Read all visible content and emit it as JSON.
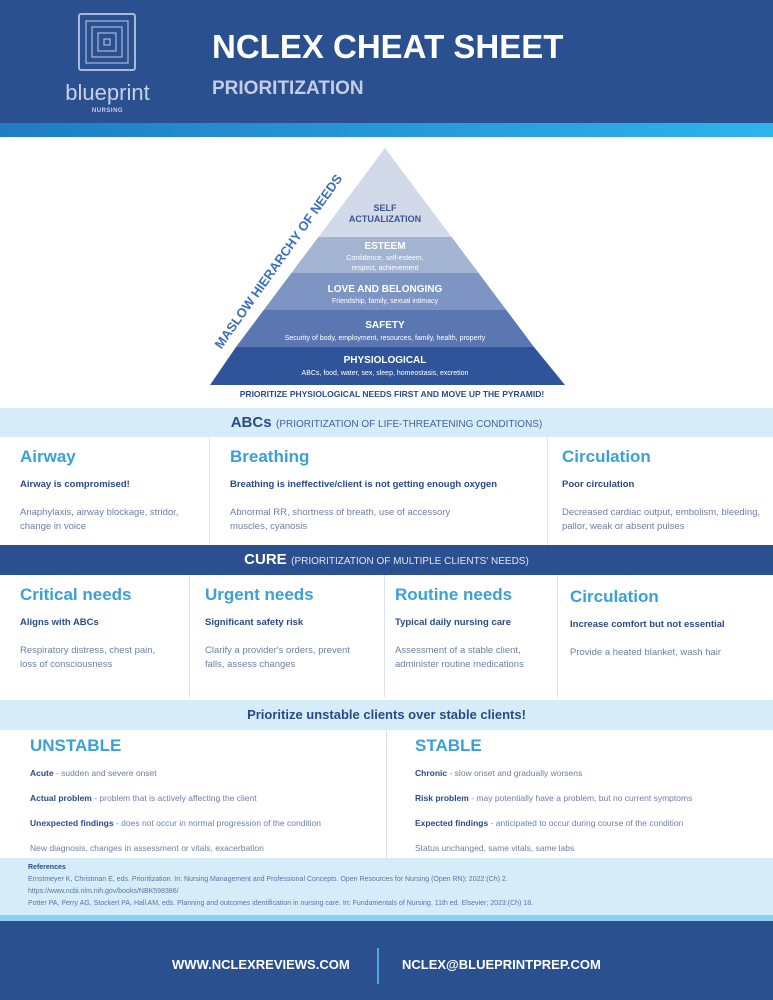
{
  "header": {
    "brand": "blueprint",
    "brand_sub": "NURSING",
    "title": "NCLEX CHEAT SHEET",
    "subtitle": "PRIORITIZATION"
  },
  "colors": {
    "navy": "#2b5090",
    "accent": "#3aa0dc",
    "light_band": "#d6ecf8"
  },
  "pyramid": {
    "side_label": "MASLOW HIERARCHY OF NEEDS",
    "levels": [
      {
        "title": "SELF ACTUALIZATION",
        "title_line1": "SELF",
        "title_line2": "ACTUALIZATION",
        "desc": ""
      },
      {
        "title": "ESTEEM",
        "desc_line1": "Confidence, self-esteem,",
        "desc_line2": "respect, achievement"
      },
      {
        "title": "LOVE AND BELONGING",
        "desc": "Friendship, family, sexual intimacy"
      },
      {
        "title": "SAFETY",
        "desc": "Security of body, employment, resources, family, health, property"
      },
      {
        "title": "PHYSIOLOGICAL",
        "desc": "ABCs, food, water, sex, sleep, homeostasis, excretion"
      }
    ],
    "footer": "PRIORITIZE PHYSIOLOGICAL NEEDS FIRST AND MOVE UP THE PYRAMID!"
  },
  "abcs": {
    "title": "ABCs",
    "note": "(PRIORITIZATION OF LIFE-THREATENING CONDITIONS)",
    "columns": [
      {
        "heading": "Airway",
        "bold": "Airway is compromised!",
        "desc": "Anaphylaxis, airway blockage, stridor, change in voice"
      },
      {
        "heading": "Breathing",
        "bold": "Breathing is ineffective/client is not getting enough oxygen",
        "desc": "Abnormal RR, shortness of breath, use of accessory muscles, cyanosis"
      },
      {
        "heading": "Circulation",
        "bold": "Poor circulation",
        "desc": "Decreased cardiac output, embolism, bleeding, pallor, weak or absent pulses"
      }
    ]
  },
  "cure": {
    "title": "CURE",
    "note": "(PRIORITIZATION OF MULTIPLE CLIENTS' NEEDS)",
    "columns": [
      {
        "heading": "Critical needs",
        "bold": "Aligns with ABCs",
        "desc": "Respiratory distress, chest pain, loss of consciousness"
      },
      {
        "heading": "Urgent needs",
        "bold": "Significant safety risk",
        "desc": "Clarify a provider's orders, prevent falls, assess changes"
      },
      {
        "heading": "Routine needs",
        "bold": "Typical daily nursing care",
        "desc": "Assessment of a stable client, administer routine medications"
      },
      {
        "heading": "Circulation",
        "bold": "Increase comfort but not essential",
        "desc": "Provide a heated blanket, wash hair"
      }
    ]
  },
  "stability": {
    "banner": "Prioritize unstable clients over stable clients!",
    "unstable": {
      "heading": "UNSTABLE",
      "items": [
        {
          "term": "Acute",
          "text": " - sudden and severe onset"
        },
        {
          "term": "Actual problem",
          "text": " - problem that is actively affecting the client"
        },
        {
          "term": "Unexpected findings",
          "text": " - does not occur in normal progression of the condition"
        },
        {
          "term": "",
          "text": "New diagnosis, changes in assessment or vitals, exacerbation"
        }
      ]
    },
    "stable": {
      "heading": "STABLE",
      "items": [
        {
          "term": "Chronic",
          "text": " - slow onset and gradually worsens"
        },
        {
          "term": "Risk problem",
          "text": " - may potentially have a problem, but no current symptoms"
        },
        {
          "term": "Expected findings",
          "text": " - anticipated to occur during course of the condition"
        },
        {
          "term": "",
          "text": "Status unchanged, same vitals, same labs"
        }
      ]
    }
  },
  "references": {
    "title": "References",
    "lines": [
      "Ernstmeyer K, Christman E, eds. Prioritization. In: Nursing Management and Professional Concepts. Open Resources for Nursing (Open RN); 2022:(Ch) 2.",
      "https://www.ncbi.nlm.nih.gov/books/NBK598386/",
      "Potter PA, Perry AG, Stockert PA, Hall AM, eds. Planning and outcomes identification in nursing care. In: Fundamentals of Nursing. 11th ed. Elsevier; 2023:(Ch) 18."
    ]
  },
  "footer": {
    "website": "WWW.NCLEXREVIEWS.COM",
    "email": "NCLEX@BLUEPRINTPREP.COM"
  }
}
